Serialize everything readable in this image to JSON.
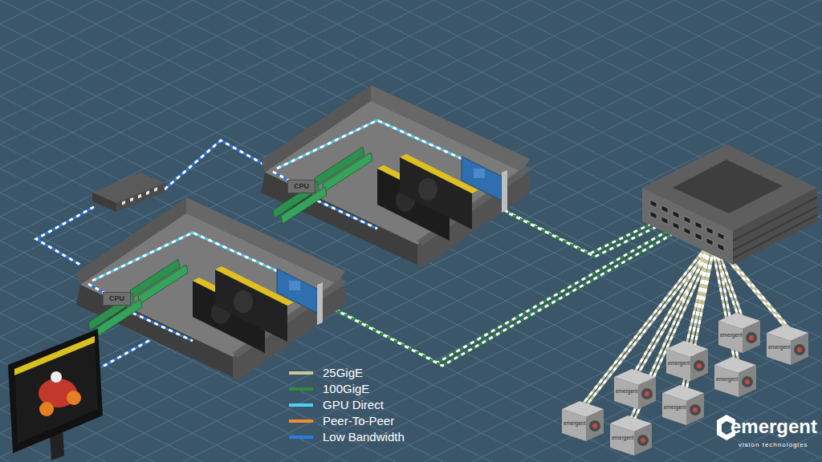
{
  "diagram": {
    "nodes": [
      {
        "text": [
          "CPU"
        ]
      },
      {
        "text": [
          "CPU"
        ]
      }
    ],
    "labels": [
      "emergent",
      "emergent",
      "emergent",
      "emergent",
      "emergent",
      "emergent",
      "emergent",
      "emergent",
      "emergent",
      "vision technologies"
    ],
    "legend": [
      {
        "text": "25GigE",
        "color": "#c9c79a"
      },
      {
        "text": "100GigE",
        "color": "#2e8b3a"
      },
      {
        "text": "GPU Direct",
        "color": "#4fd0f0"
      },
      {
        "text": "Peer-To-Peer",
        "color": "#f28c28"
      },
      {
        "text": "Low Bandwidth",
        "color": "#2a7be0"
      }
    ]
  }
}
